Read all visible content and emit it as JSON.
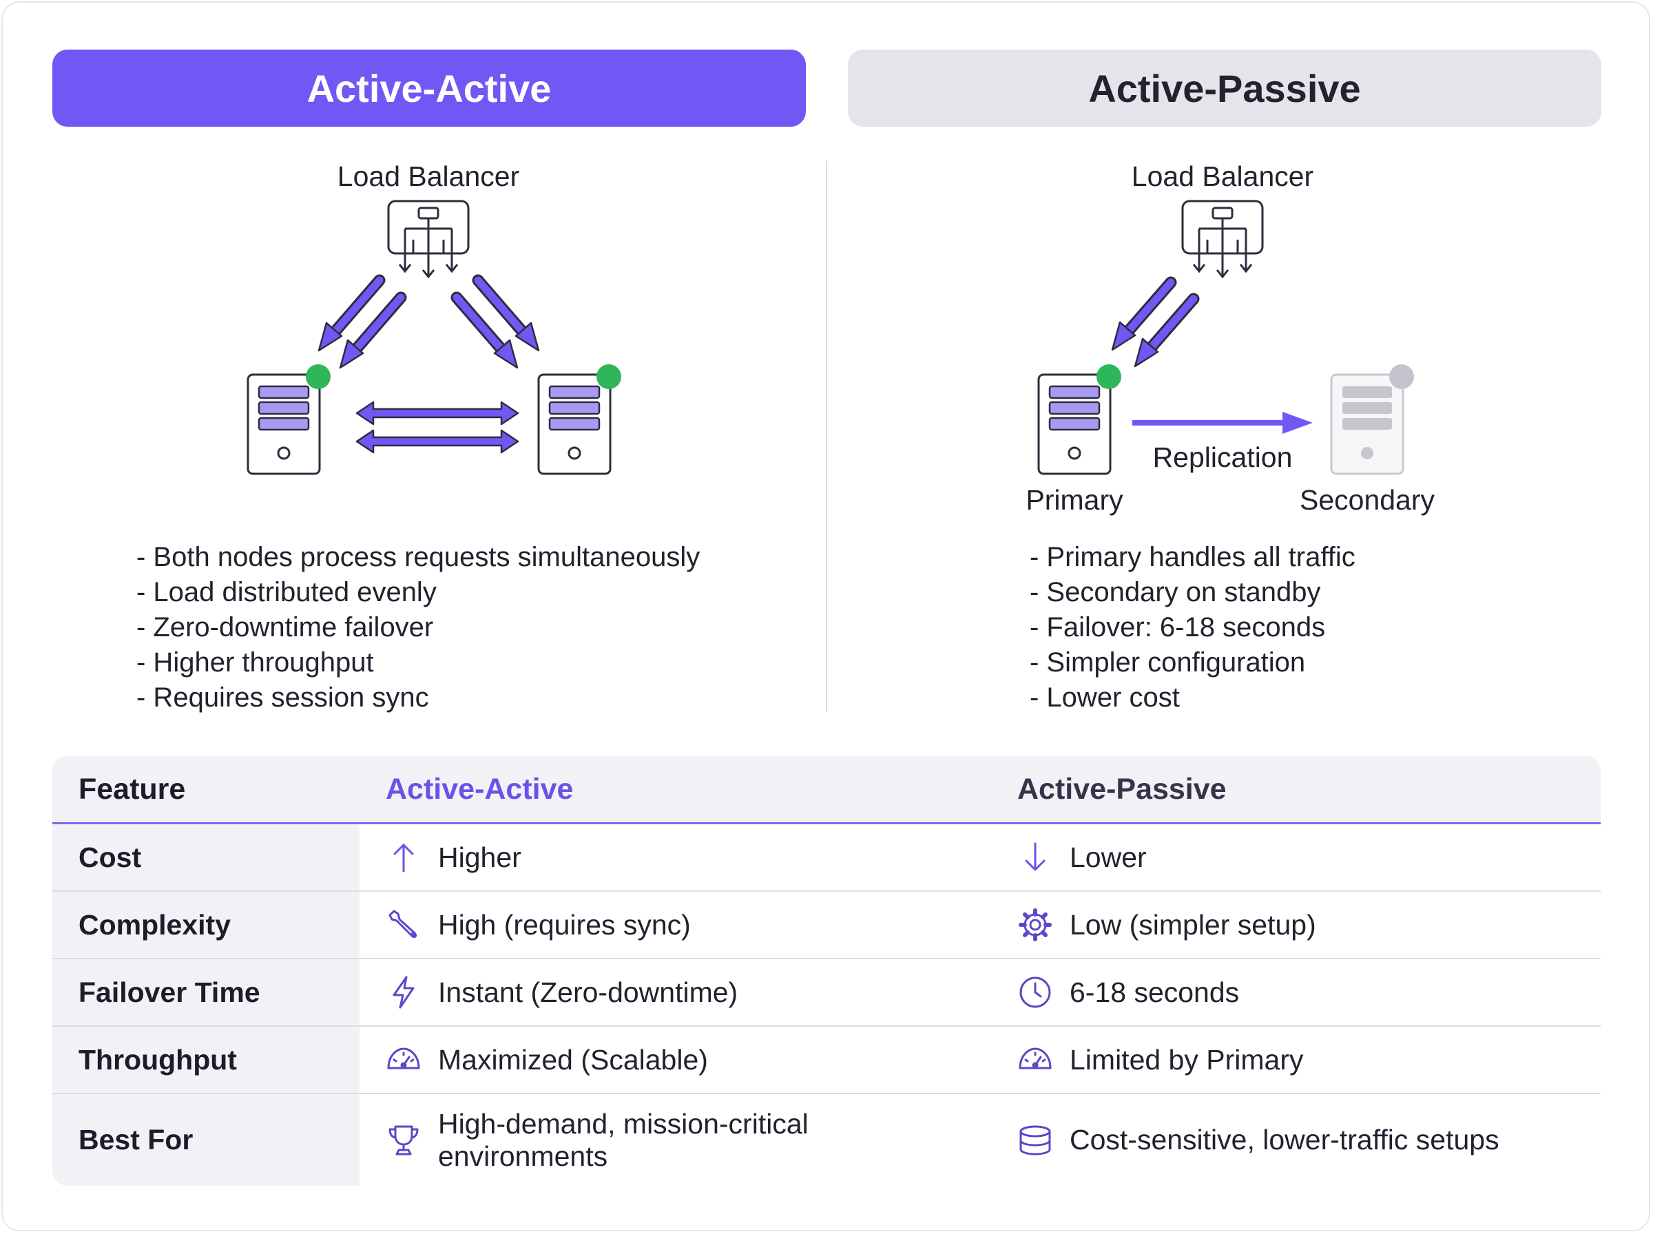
{
  "headers": {
    "active_active": "Active-Active",
    "active_passive": "Active-Passive"
  },
  "left_diagram": {
    "load_balancer_label": "Load Balancer",
    "bullets": [
      "- Both nodes process requests simultaneously",
      "- Load distributed evenly",
      "- Zero-downtime failover",
      "- Higher throughput",
      "- Requires session sync"
    ]
  },
  "right_diagram": {
    "load_balancer_label": "Load Balancer",
    "primary_label": "Primary",
    "secondary_label": "Secondary",
    "replication_label": "Replication",
    "bullets": [
      "- Primary handles all traffic",
      "- Secondary on standby",
      "- Failover: 6-18 seconds",
      "- Simpler configuration",
      "- Lower cost"
    ]
  },
  "colors": {
    "accent": "#7257f5",
    "active_status": "#2fb55a",
    "standby_status": "#c4c4cc",
    "header_gray": "#e4e4ea"
  },
  "table": {
    "columns": [
      "Feature",
      "Active-Active",
      "Active-Passive"
    ],
    "rows": [
      {
        "feature": "Cost",
        "aa_icon": "arrow-up-icon",
        "aa": "Higher",
        "ap_icon": "arrow-down-icon",
        "ap": "Lower"
      },
      {
        "feature": "Complexity",
        "aa_icon": "wrench-icon",
        "aa": "High (requires sync)",
        "ap_icon": "gear-icon",
        "ap": "Low (simpler setup)"
      },
      {
        "feature": "Failover Time",
        "aa_icon": "lightning-icon",
        "aa": "Instant (Zero-downtime)",
        "ap_icon": "clock-icon",
        "ap": "6-18 seconds"
      },
      {
        "feature": "Throughput",
        "aa_icon": "speedometer-icon",
        "aa": "Maximized (Scalable)",
        "ap_icon": "speedometer-icon",
        "ap": "Limited by Primary"
      },
      {
        "feature": "Best For",
        "aa_icon": "trophy-icon",
        "aa": "High-demand, mission-critical environments",
        "ap_icon": "database-icon",
        "ap": "Cost-sensitive, lower-traffic setups"
      }
    ]
  }
}
